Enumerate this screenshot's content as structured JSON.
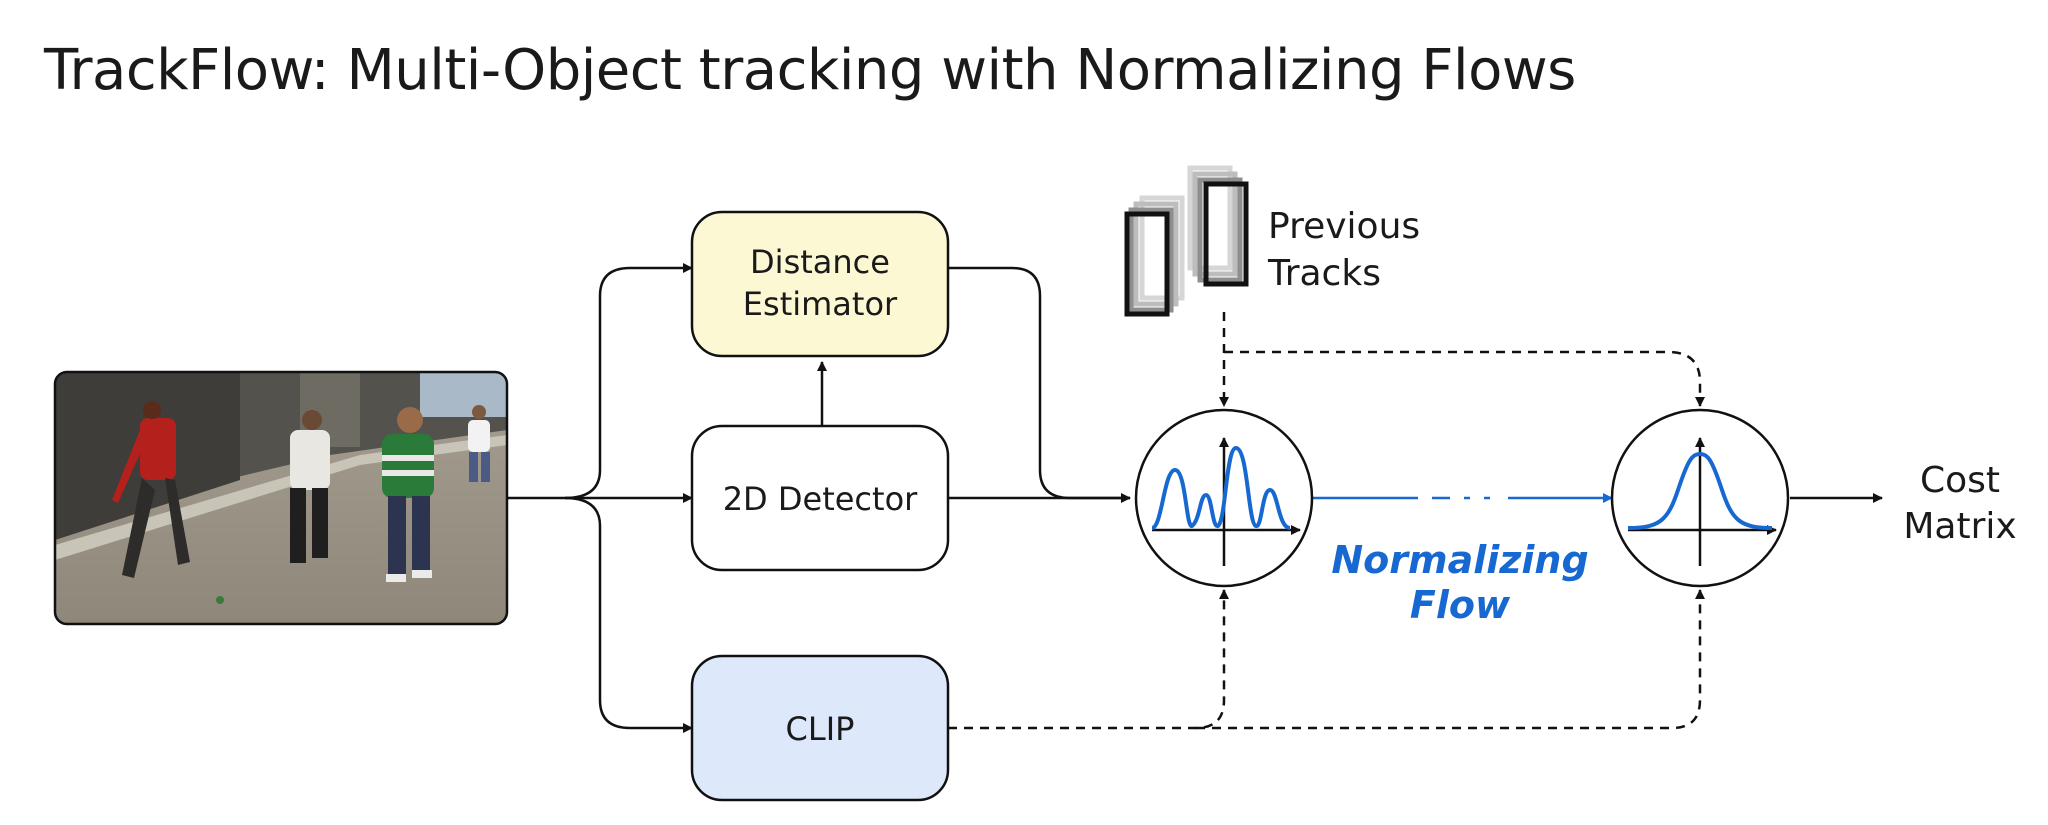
{
  "title": "TrackFlow: Multi-Object tracking with Normalizing Flows",
  "nodes": {
    "distance_estimator": {
      "line1": "Distance",
      "line2": "Estimator",
      "fill": "#fdf8d4"
    },
    "detector_2d": {
      "label": "2D Detector",
      "fill": "#ffffff"
    },
    "clip": {
      "label": "CLIP",
      "fill": "#dde8fb"
    }
  },
  "labels": {
    "previous_tracks": {
      "line1": "Previous",
      "line2": "Tracks"
    },
    "normalizing_flow": {
      "line1": "Normalizing",
      "line2": "Flow"
    },
    "cost_matrix": {
      "line1": "Cost",
      "line2": "Matrix"
    }
  },
  "colors": {
    "accent": "#1769d1",
    "line": "#111111"
  }
}
